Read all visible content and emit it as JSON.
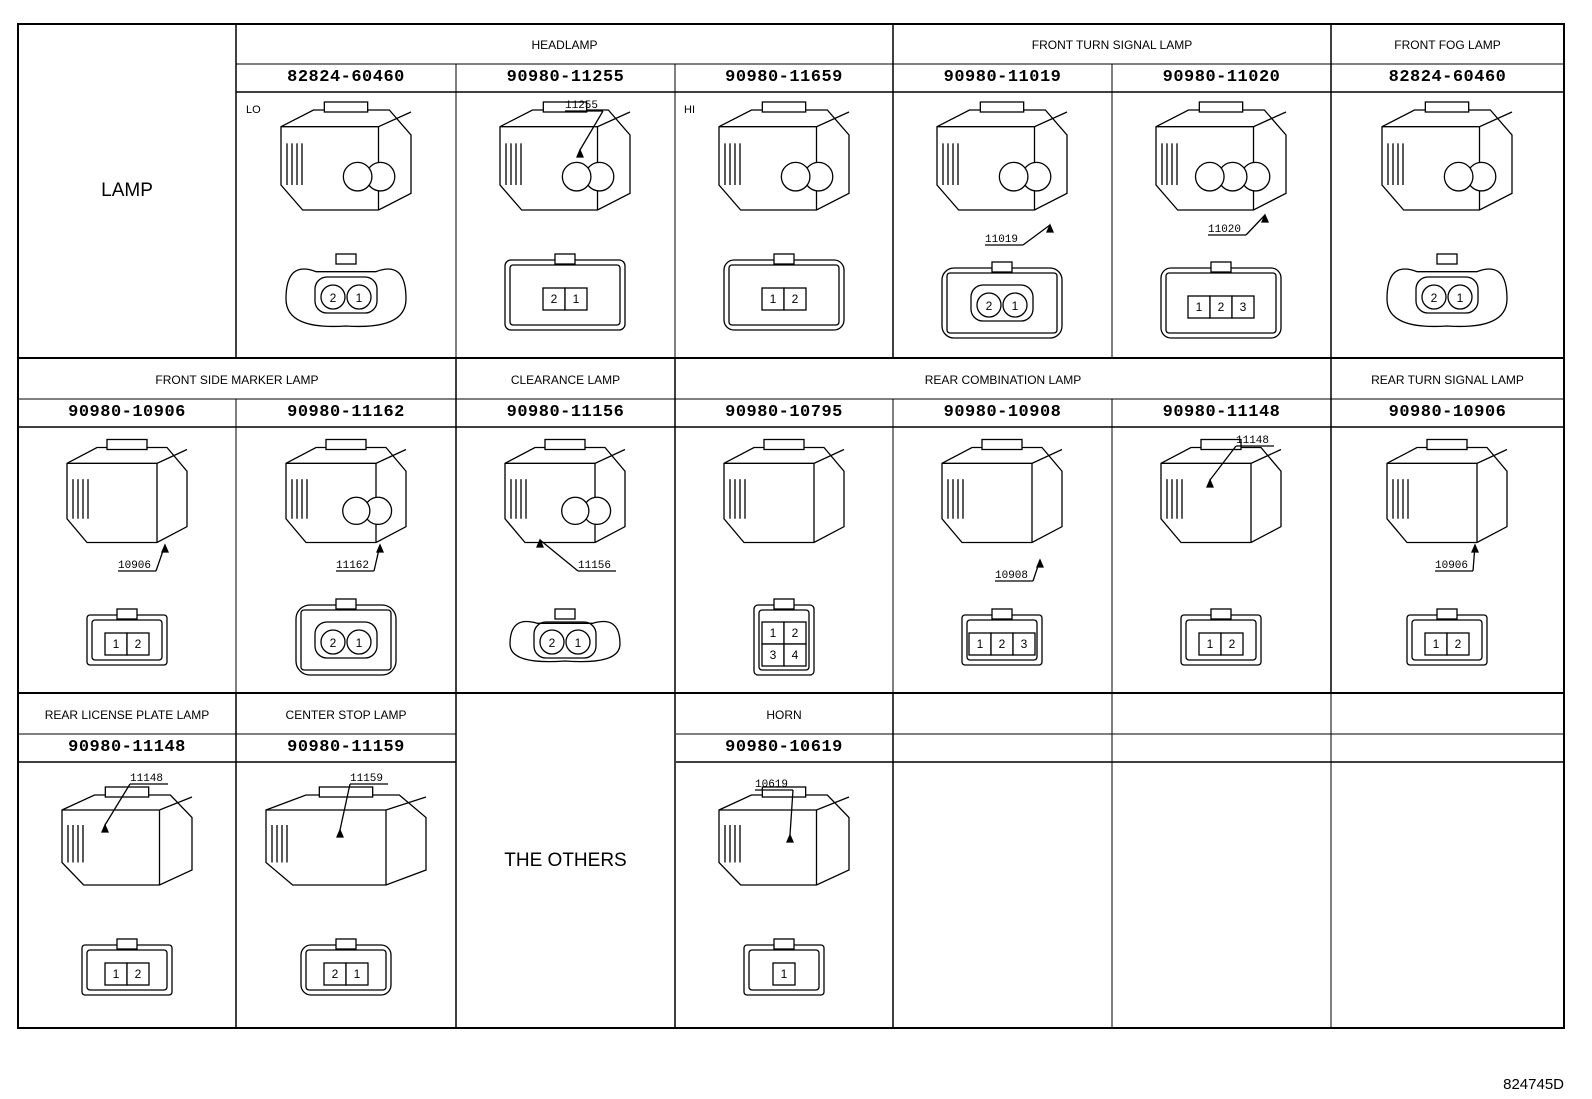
{
  "title_cell": "LAMP",
  "groups": {
    "headlamp": "HEADLAMP",
    "front_turn_signal_lamp": "FRONT TURN SIGNAL LAMP",
    "front_fog_lamp": "FRONT FOG LAMP",
    "front_side_marker_lamp": "FRONT SIDE MARKER LAMP",
    "clearance_lamp": "CLEARANCE LAMP",
    "rear_combination_lamp": "REAR COMBINATION LAMP",
    "rear_turn_signal_lamp": "REAR TURN SIGNAL LAMP",
    "rear_license_plate_lamp": "REAR LICENSE PLATE LAMP",
    "center_stop_lamp": "CENTER STOP LAMP",
    "horn": "HORN",
    "the_others": "THE OTHERS"
  },
  "row1": [
    {
      "part": "82824-60460",
      "tag": "LO",
      "callout": "",
      "pins": [
        "2",
        "1"
      ]
    },
    {
      "part": "90980-11255",
      "tag": "",
      "callout": "11255",
      "pins": [
        "2",
        "1"
      ]
    },
    {
      "part": "90980-11659",
      "tag": "HI",
      "callout": "",
      "pins": [
        "1",
        "2"
      ]
    },
    {
      "part": "90980-11019",
      "tag": "",
      "callout": "11019",
      "pins": [
        "2",
        "1"
      ]
    },
    {
      "part": "90980-11020",
      "tag": "",
      "callout": "11020",
      "pins": [
        "1",
        "2",
        "3"
      ]
    },
    {
      "part": "82824-60460",
      "tag": "",
      "callout": "",
      "pins": [
        "2",
        "1"
      ]
    }
  ],
  "row2": [
    {
      "part": "90980-10906",
      "callout": "10906",
      "pins": [
        "1",
        "2"
      ]
    },
    {
      "part": "90980-11162",
      "callout": "11162",
      "pins": [
        "2",
        "1"
      ]
    },
    {
      "part": "90980-11156",
      "callout": "11156",
      "pins": [
        "2",
        "1"
      ]
    },
    {
      "part": "90980-10795",
      "callout": "",
      "pins": [
        "1",
        "2",
        "3",
        "4"
      ]
    },
    {
      "part": "90980-10908",
      "callout": "10908",
      "pins": [
        "1",
        "2",
        "3"
      ]
    },
    {
      "part": "90980-11148",
      "callout": "11148",
      "pins": [
        "1",
        "2"
      ]
    },
    {
      "part": "90980-10906",
      "callout": "10906",
      "pins": [
        "1",
        "2"
      ]
    }
  ],
  "row3": [
    {
      "part": "90980-11148",
      "callout": "11148",
      "pins": [
        "1",
        "2"
      ]
    },
    {
      "part": "90980-11159",
      "callout": "11159",
      "pins": [
        "2",
        "1"
      ]
    },
    {
      "part": "90980-10619",
      "callout": "10619",
      "pins": [
        "1"
      ]
    }
  ],
  "footer_id": "824745D"
}
